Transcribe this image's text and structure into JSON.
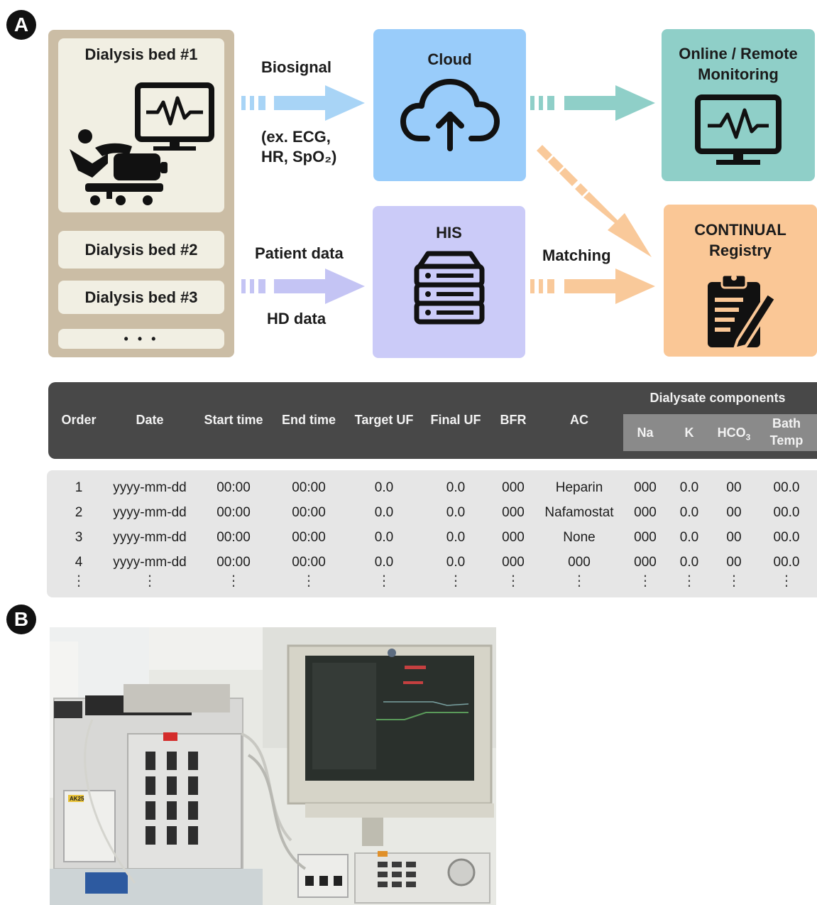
{
  "panel_a": {
    "label": "A",
    "beds": [
      "Dialysis bed #1",
      "Dialysis bed #2",
      "Dialysis bed #3",
      "• • •"
    ],
    "flow_labels": {
      "biosignal": "Biosignal",
      "biosignal_examples_line1": "(ex. ECG,",
      "biosignal_examples_line2": "HR, SpO₂)",
      "patient_data": "Patient data",
      "hd_data": "HD data",
      "matching": "Matching"
    },
    "nodes": {
      "cloud": "Cloud",
      "his": "HIS",
      "monitoring_line1": "Online / Remote",
      "monitoring_line2": "Monitoring",
      "registry_line1": "CONTINUAL",
      "registry_line2": "Registry"
    },
    "colors": {
      "bed_frame": "#cbbda5",
      "bed_card": "#f1efe3",
      "cloud": "#99ccfa",
      "his": "#cbcbf8",
      "monitoring": "#8fcfc8",
      "registry": "#fac796",
      "arrow_blue": "#a8d4f6",
      "arrow_purple": "#c4c4f4",
      "arrow_teal": "#8fcfc8",
      "arrow_orange": "#f9c99a"
    },
    "table": {
      "group_header": "Dialysate components",
      "headers": [
        "Order",
        "Date",
        "Start time",
        "End time",
        "Target UF",
        "Final UF",
        "BFR",
        "AC"
      ],
      "sub_headers": [
        "Na",
        "K",
        "HCO3",
        "Bath Temp"
      ],
      "rows": [
        [
          "1",
          "yyyy-mm-dd",
          "00:00",
          "00:00",
          "0.0",
          "0.0",
          "000",
          "Heparin",
          "000",
          "0.0",
          "00",
          "00.0"
        ],
        [
          "2",
          "yyyy-mm-dd",
          "00:00",
          "00:00",
          "0.0",
          "0.0",
          "000",
          "Nafamostat",
          "000",
          "0.0",
          "00",
          "00.0"
        ],
        [
          "3",
          "yyyy-mm-dd",
          "00:00",
          "00:00",
          "0.0",
          "0.0",
          "000",
          "None",
          "000",
          "0.0",
          "00",
          "00.0"
        ],
        [
          "4",
          "yyyy-mm-dd",
          "00:00",
          "00:00",
          "0.0",
          "0.0",
          "000",
          "000",
          "000",
          "0.0",
          "00",
          "00.0"
        ]
      ],
      "ellipsis": "⋮"
    }
  },
  "panel_b": {
    "label": "B",
    "sticker_text": "AK25"
  }
}
